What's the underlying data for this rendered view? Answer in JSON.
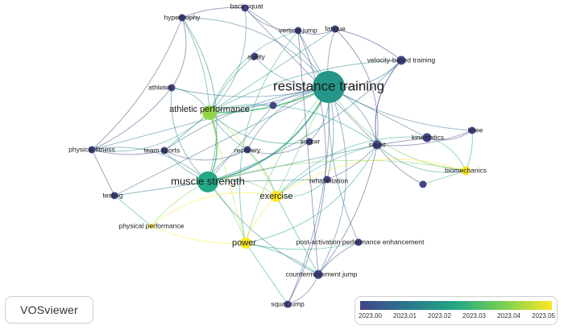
{
  "app": {
    "brand": "VOSviewer"
  },
  "legend": {
    "ticks": [
      "2023.00",
      "2023.01",
      "2023.02",
      "2023.03",
      "2023.04",
      "2023.05"
    ],
    "colors": [
      "#414487",
      "#2a788e",
      "#22a884",
      "#7ad151",
      "#fde725"
    ]
  },
  "nodes": [
    {
      "id": "rt",
      "label": "resistance training",
      "year": 2023.02,
      "weight": 10,
      "label_size": "xl"
    },
    {
      "id": "ms",
      "label": "muscle strength",
      "year": 2023.025,
      "weight": 7,
      "label_size": "lg"
    },
    {
      "id": "ap",
      "label": "athletic performance",
      "year": 2023.04,
      "weight": 5,
      "label_size": "md"
    },
    {
      "id": "ex",
      "label": "exercise",
      "year": 2023.05,
      "weight": 4,
      "label_size": "md"
    },
    {
      "id": "pw",
      "label": "power",
      "year": 2023.05,
      "weight": 4,
      "label_size": "md"
    },
    {
      "id": "vbt",
      "label": "velocity-based training",
      "year": 2023.0,
      "weight": 3,
      "label_size": "sm"
    },
    {
      "id": "sq",
      "label": "squat",
      "year": 2023.0,
      "weight": 3,
      "label_size": "sm"
    },
    {
      "id": "kin",
      "label": "kinematics",
      "year": 2023.0,
      "weight": 3,
      "label_size": "sm"
    },
    {
      "id": "knee",
      "label": "knee",
      "year": 2023.0,
      "weight": 2,
      "label_size": "sm"
    },
    {
      "id": "bio",
      "label": "biomechanics",
      "year": 2023.05,
      "weight": 3,
      "label_size": "sm"
    },
    {
      "id": "cmj",
      "label": "countermovement jump",
      "year": 2023.0,
      "weight": 3,
      "label_size": "sm"
    },
    {
      "id": "bs",
      "label": "back squat",
      "year": 2023.0,
      "weight": 2,
      "label_size": "sm"
    },
    {
      "id": "hyp",
      "label": "hypertrophy",
      "year": 2023.0,
      "weight": 2,
      "label_size": "sm"
    },
    {
      "id": "vj",
      "label": "vertical jump",
      "year": 2023.0,
      "weight": 2,
      "label_size": "sm"
    },
    {
      "id": "fat",
      "label": "fatigue",
      "year": 2023.0,
      "weight": 2,
      "label_size": "sm"
    },
    {
      "id": "ag",
      "label": "agility",
      "year": 2023.0,
      "weight": 2,
      "label_size": "sm"
    },
    {
      "id": "ath",
      "label": "athletes",
      "year": 2023.0,
      "weight": 2,
      "label_size": "sm"
    },
    {
      "id": "pf",
      "label": "physical fitness",
      "year": 2023.0,
      "weight": 2,
      "label_size": "sm"
    },
    {
      "id": "ts",
      "label": "team sports",
      "year": 2023.0,
      "weight": 2,
      "label_size": "sm"
    },
    {
      "id": "rec",
      "label": "recovery",
      "year": 2023.0,
      "weight": 2,
      "label_size": "sm"
    },
    {
      "id": "soc",
      "label": "soccer",
      "year": 2023.0,
      "weight": 2,
      "label_size": "sm"
    },
    {
      "id": "reh",
      "label": "rehabilitation",
      "year": 2023.0,
      "weight": 2,
      "label_size": "sm"
    },
    {
      "id": "test",
      "label": "testing",
      "year": 2023.0,
      "weight": 2,
      "label_size": "sm"
    },
    {
      "id": "pp",
      "label": "physical performance",
      "year": 2023.05,
      "weight": 1,
      "label_size": "sm"
    },
    {
      "id": "pape",
      "label": "post-activation performance enhancement",
      "year": 2023.0,
      "weight": 2,
      "label_size": "sm"
    },
    {
      "id": "sj",
      "label": "squat jump",
      "year": 2023.0,
      "weight": 2,
      "label_size": "sm"
    },
    {
      "id": "u1",
      "label": "",
      "year": 2023.0,
      "weight": 2,
      "label_size": "sm"
    },
    {
      "id": "u2",
      "label": "",
      "year": 2023.0,
      "weight": 2,
      "label_size": "sm"
    }
  ],
  "edges": [
    [
      "rt",
      "ms"
    ],
    [
      "rt",
      "ap"
    ],
    [
      "rt",
      "ex"
    ],
    [
      "rt",
      "pw"
    ],
    [
      "rt",
      "vbt"
    ],
    [
      "rt",
      "sq"
    ],
    [
      "rt",
      "fat"
    ],
    [
      "rt",
      "vj"
    ],
    [
      "rt",
      "bs"
    ],
    [
      "rt",
      "hyp"
    ],
    [
      "rt",
      "ag"
    ],
    [
      "rt",
      "ath"
    ],
    [
      "rt",
      "pf"
    ],
    [
      "rt",
      "ts"
    ],
    [
      "rt",
      "rec"
    ],
    [
      "rt",
      "soc"
    ],
    [
      "rt",
      "reh"
    ],
    [
      "rt",
      "kin"
    ],
    [
      "rt",
      "knee"
    ],
    [
      "rt",
      "bio"
    ],
    [
      "rt",
      "cmj"
    ],
    [
      "rt",
      "sj"
    ],
    [
      "rt",
      "test"
    ],
    [
      "rt",
      "pape"
    ],
    [
      "ms",
      "ap"
    ],
    [
      "ms",
      "ex"
    ],
    [
      "ms",
      "pw"
    ],
    [
      "ms",
      "test"
    ],
    [
      "ms",
      "pp"
    ],
    [
      "ms",
      "pf"
    ],
    [
      "ms",
      "ath"
    ],
    [
      "ms",
      "ts"
    ],
    [
      "ms",
      "sq"
    ],
    [
      "ms",
      "cmj"
    ],
    [
      "ms",
      "hyp"
    ],
    [
      "ms",
      "rec"
    ],
    [
      "ms",
      "bio"
    ],
    [
      "ms",
      "reh"
    ],
    [
      "ms",
      "vbt"
    ],
    [
      "ap",
      "ath"
    ],
    [
      "ap",
      "pf"
    ],
    [
      "ap",
      "ag"
    ],
    [
      "ap",
      "ts"
    ],
    [
      "ap",
      "hyp"
    ],
    [
      "ap",
      "bs"
    ],
    [
      "ap",
      "vj"
    ],
    [
      "ap",
      "ex"
    ],
    [
      "ap",
      "pw"
    ],
    [
      "ap",
      "rec"
    ],
    [
      "ap",
      "soc"
    ],
    [
      "ap",
      "sq"
    ],
    [
      "ap",
      "vbt"
    ],
    [
      "ap",
      "fat"
    ],
    [
      "ex",
      "pw"
    ],
    [
      "ex",
      "reh"
    ],
    [
      "ex",
      "bio"
    ],
    [
      "ex",
      "sq"
    ],
    [
      "ex",
      "cmj"
    ],
    [
      "ex",
      "rec"
    ],
    [
      "ex",
      "pp"
    ],
    [
      "ex",
      "kin"
    ],
    [
      "pw",
      "cmj"
    ],
    [
      "pw",
      "sj"
    ],
    [
      "pw",
      "pape"
    ],
    [
      "pw",
      "sq"
    ],
    [
      "pw",
      "vj"
    ],
    [
      "pw",
      "pp"
    ],
    [
      "sq",
      "kin"
    ],
    [
      "sq",
      "knee"
    ],
    [
      "sq",
      "bio"
    ],
    [
      "sq",
      "vbt"
    ],
    [
      "sq",
      "cmj"
    ],
    [
      "sq",
      "bs"
    ],
    [
      "sq",
      "u2"
    ],
    [
      "kin",
      "knee"
    ],
    [
      "kin",
      "bio"
    ],
    [
      "knee",
      "bio"
    ],
    [
      "bio",
      "u2"
    ],
    [
      "vbt",
      "fat"
    ],
    [
      "vbt",
      "sq"
    ],
    [
      "cmj",
      "sj"
    ],
    [
      "cmj",
      "pape"
    ],
    [
      "cmj",
      "vj"
    ],
    [
      "bs",
      "hyp"
    ],
    [
      "bs",
      "vj"
    ],
    [
      "hyp",
      "ath"
    ],
    [
      "ath",
      "pf"
    ],
    [
      "pf",
      "test"
    ],
    [
      "pf",
      "ts"
    ],
    [
      "ts",
      "rec"
    ],
    [
      "soc",
      "rec"
    ],
    [
      "u1",
      "rt"
    ],
    [
      "u1",
      "ms"
    ],
    [
      "u1",
      "ap"
    ],
    [
      "vj",
      "fat"
    ],
    [
      "fat",
      "sq"
    ],
    [
      "hyp",
      "pf"
    ],
    [
      "test",
      "pp"
    ],
    [
      "reh",
      "sq"
    ],
    [
      "sj",
      "vj"
    ]
  ]
}
